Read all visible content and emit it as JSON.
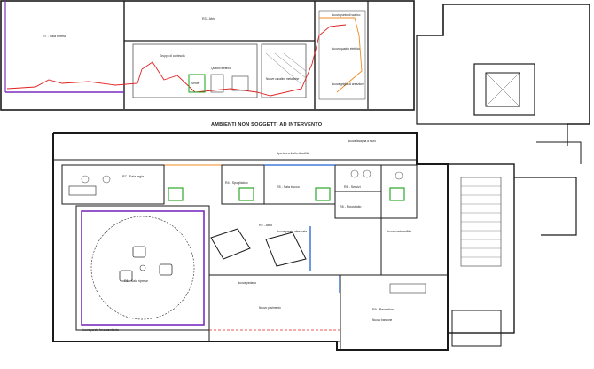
{
  "banner": {
    "text": "AMBIENTI NON SOGGETTI AD INTERVENTO"
  },
  "upper_rooms": {
    "sala_riprese_upper": "R7 - Sala riprese",
    "atrio_upper": "R3 - Atrio",
    "gruppo_continuita": "Gruppo di\ncontinuità",
    "server": "Server",
    "quadro_elettrico": "Quadro\nelettrico",
    "note_canaline": "Nuove canaline\nmetalliche",
    "note_scarico": "Nuovo punto di scarico",
    "note_quadro": "Nuovo quadro elettrico",
    "note_griglia": "Nuova griglia di\nareazione"
  },
  "lower_rooms": {
    "sala_regia": "R7 - Sala regia",
    "spogliatoio": "R4 - Spogliatoio",
    "sala_trucco": "R5 - Sala trucco",
    "servizi": "R6 - Servizi",
    "ripostiglio": "R8 - Ripostiglio",
    "atrio": "R2 - Atrio",
    "sala_riprese": "R1 - Sala riprese",
    "reception": "R9 - Reception"
  },
  "notes": {
    "note_top_centre": "Apertura a livello di soffitto",
    "note_top_right": "Nuova lavagna a muro",
    "note_mid": "Nuova parete attrezzata",
    "note_left": "Nuova parete fonoassorbente",
    "note_bottom": "Nuova pedana",
    "note_right": "Nuovo controsoffitto",
    "note_bottom_centre": "Nuovo pavimento",
    "note_reception": "Nuovo bancone"
  },
  "colors": {
    "wall": "#1a1a1a",
    "outline": "#555555",
    "accent_orange": "#f08a24",
    "accent_red": "#e02020",
    "accent_green": "#1aa11a",
    "accent_purple": "#7a2fbf",
    "accent_blue": "#2060d0"
  }
}
